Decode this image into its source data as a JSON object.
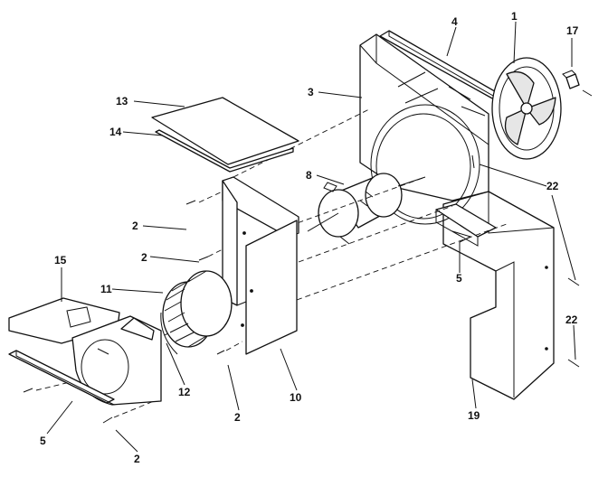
{
  "callouts": [
    {
      "id": "c1",
      "label": "1"
    },
    {
      "id": "c17",
      "label": "17"
    },
    {
      "id": "c4",
      "label": "4"
    },
    {
      "id": "c3",
      "label": "3"
    },
    {
      "id": "c13",
      "label": "13"
    },
    {
      "id": "c14",
      "label": "14"
    },
    {
      "id": "c8",
      "label": "8"
    },
    {
      "id": "c22a",
      "label": "22"
    },
    {
      "id": "c2a",
      "label": "2"
    },
    {
      "id": "c2b",
      "label": "2"
    },
    {
      "id": "c15",
      "label": "15"
    },
    {
      "id": "c11",
      "label": "11"
    },
    {
      "id": "c5a",
      "label": "5"
    },
    {
      "id": "c22b",
      "label": "22"
    },
    {
      "id": "c12",
      "label": "12"
    },
    {
      "id": "c10",
      "label": "10"
    },
    {
      "id": "c2c",
      "label": "2"
    },
    {
      "id": "c19",
      "label": "19"
    },
    {
      "id": "c5b",
      "label": "5"
    },
    {
      "id": "c2d",
      "label": "2"
    }
  ]
}
